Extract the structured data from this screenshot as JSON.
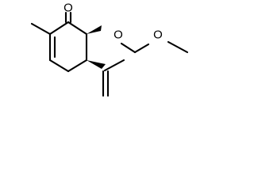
{
  "molecule": {
    "atoms": {
      "ketone_oxygen": "O",
      "ether_oxygen_1": "O",
      "ether_oxygen_2": "O"
    }
  }
}
